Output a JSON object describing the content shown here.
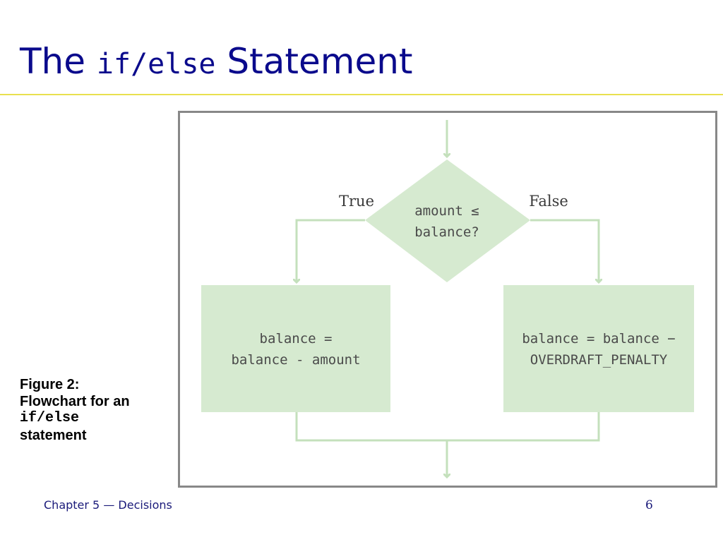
{
  "slide": {
    "title_prefix": "The",
    "title_code": "if/else",
    "title_suffix": "Statement"
  },
  "caption": {
    "line1": "Figure 2:",
    "line2": "Flowchart for an",
    "code": "if/else",
    "line4": "statement"
  },
  "flowchart": {
    "condition_line1": "amount ≤",
    "condition_line2": "balance?",
    "true_label": "True",
    "false_label": "False",
    "true_action_line1": "balance =",
    "true_action_line2": "balance - amount",
    "false_action_line1": "balance = balance −",
    "false_action_line2": "OVERDRAFT_PENALTY",
    "colors": {
      "shape_fill": "#d6ead0",
      "line": "#c4e0bc"
    }
  },
  "footer": {
    "chapter": "Chapter 5 — Decisions",
    "page_number": "6"
  }
}
